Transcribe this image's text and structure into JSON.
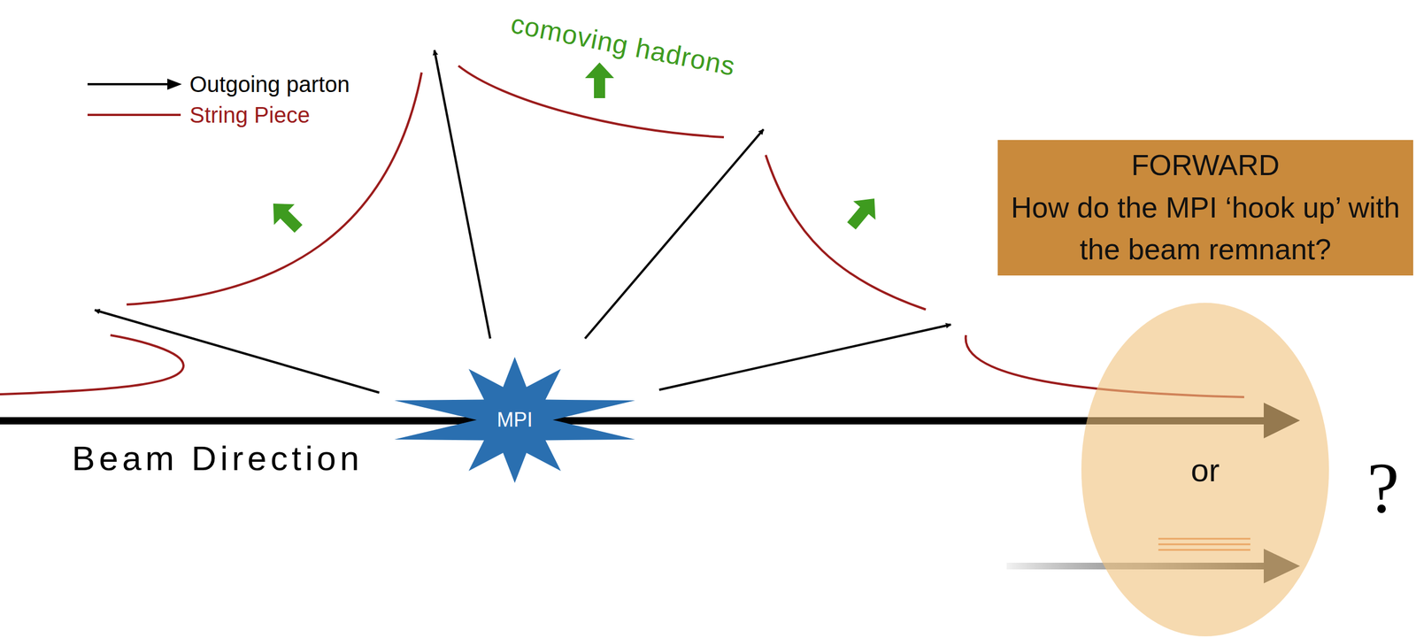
{
  "diagram": {
    "nodes": [
      {
        "text": [
          "FORWARD",
          "How do the MPI ‘hook up’ with the beam remnant?"
        ]
      },
      {
        "text": [
          "MPI"
        ]
      },
      {
        "text": [
          "or"
        ]
      }
    ],
    "labels": [
      "comoving hadrons",
      "Beam Direction",
      "?"
    ],
    "legend": [
      {
        "text": "Outgoing parton"
      },
      {
        "text": "String Piece"
      }
    ]
  }
}
